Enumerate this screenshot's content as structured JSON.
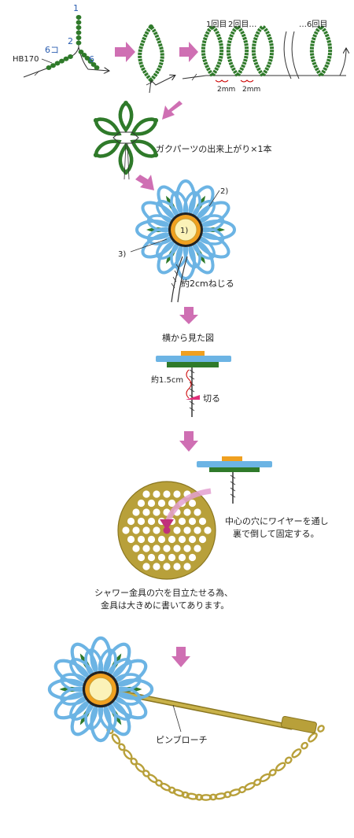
{
  "step1": {
    "num_1": "1",
    "num_2": "2",
    "num_6a": "6コ",
    "num_6b": "6",
    "bead_label": "HB170",
    "repeat_label_1": "1回目",
    "repeat_label_2": "2回目…",
    "repeat_label_6": "…6回目",
    "gap_1": "2mm",
    "gap_2": "2mm"
  },
  "step2": {
    "caption": "ガクパーツの出来上がり×1本"
  },
  "step3": {
    "label_1": "1)",
    "label_2": "2)",
    "label_3": "3)",
    "twist": "約2cmねじる"
  },
  "step4": {
    "title": "横から見た図",
    "length": "約1.5cm",
    "cut": "切る"
  },
  "step5": {
    "instruction_line1": "中心の穴にワイヤーを通し",
    "instruction_line2": "裏で倒して固定する。",
    "note_line1": "シャワー金具の穴を目立たせる為、",
    "note_line2": "金具は大きめに書いてあります。"
  },
  "step6": {
    "label": "ピンブローチ"
  },
  "colors": {
    "bead_green": "#2f7a2a",
    "petal_blue": "#6cb4e4",
    "center_cream": "#fbf2b8",
    "metal_gold": "#b8a03a",
    "arrow_pink": "#cf6fb3",
    "accent_orange": "#f0a020"
  }
}
